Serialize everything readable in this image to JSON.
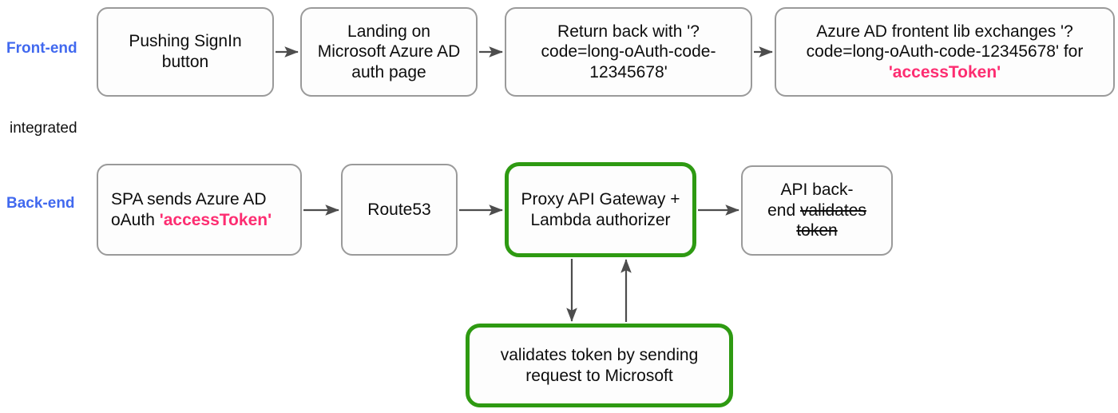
{
  "diagram": {
    "title_colors": {
      "lane_label": "#4169ef",
      "token_highlight": "#fd2d71",
      "node_border": "#9a9a9a",
      "highlight_border": "#2e9a12",
      "arrow": "#4d4d4d"
    },
    "lanes": [
      {
        "id": "front-end",
        "label": "Front-end"
      },
      {
        "id": "back-end",
        "label": "Back-end"
      }
    ],
    "middle_note": "integrated",
    "frontend_nodes": [
      {
        "id": "pushing-signin",
        "lines": [
          "Pushing SignIn",
          "button"
        ]
      },
      {
        "id": "landing-azure-ad",
        "lines": [
          "Landing on",
          "Microsoft Azure AD",
          "auth page"
        ]
      },
      {
        "id": "return-with-code",
        "lines": [
          "Return back with '?",
          "code=long-oAuth-code-",
          "12345678'"
        ]
      },
      {
        "id": "frontend-lib-exchange",
        "line1": "Azure AD frontent lib exchanges '?",
        "line2": "code=long-oAuth-code-12345678'  for",
        "line3_token": "'accessToken'"
      }
    ],
    "backend_nodes": [
      {
        "id": "spa-sends-token",
        "line1": "SPA sends Azure AD",
        "line2_prefix": "oAuth ",
        "line2_token": "'accessToken'"
      },
      {
        "id": "route53",
        "lines": [
          "Route53"
        ]
      },
      {
        "id": "proxy-api-gateway",
        "lines": [
          "Proxy API Gateway +",
          "Lambda authorizer"
        ],
        "highlight": true
      },
      {
        "id": "api-backend",
        "line1": "API back-",
        "line2_prefix": "end ",
        "line2_strike": "validates",
        "line3_strike": "token"
      }
    ],
    "validator_node": {
      "id": "validates-token-microsoft",
      "lines": [
        "validates token by sending",
        "request to Microsoft"
      ],
      "highlight": true
    }
  }
}
